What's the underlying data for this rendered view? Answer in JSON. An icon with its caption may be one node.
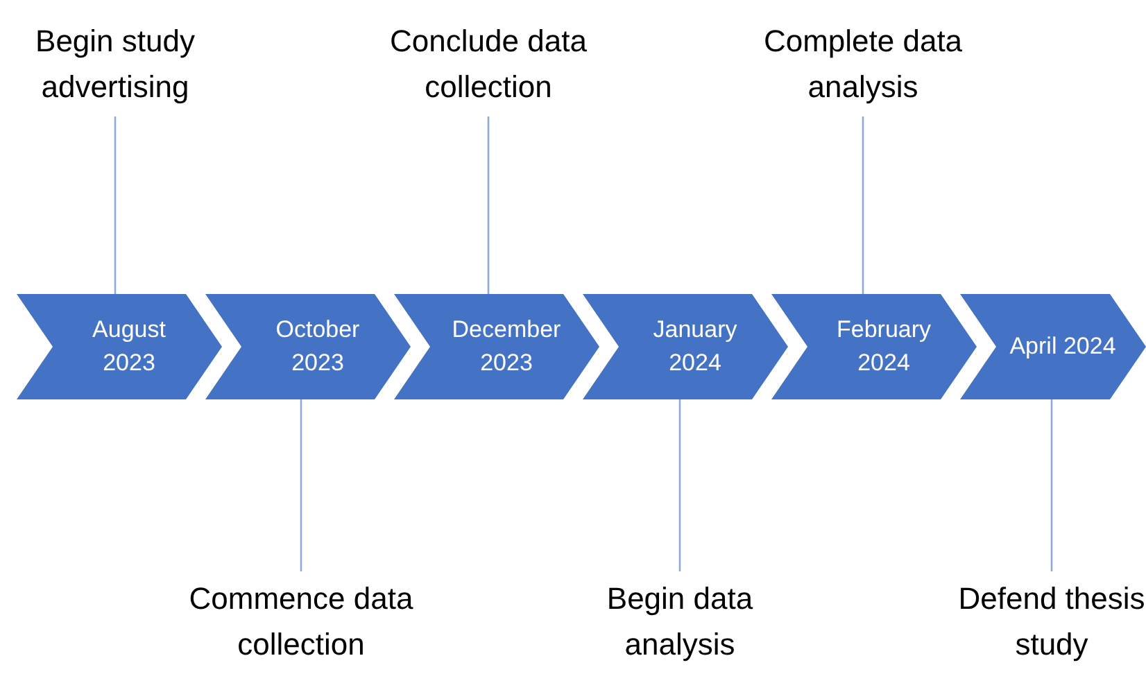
{
  "diagram": {
    "nodes": [
      {
        "text": [
          "Begin study advertising"
        ]
      },
      {
        "text": [
          "Conclude data collection"
        ]
      },
      {
        "text": [
          "Complete data analysis"
        ]
      },
      {
        "text": [
          "August 2023"
        ]
      },
      {
        "text": [
          "October 2023"
        ]
      },
      {
        "text": [
          "December 2023"
        ]
      },
      {
        "text": [
          "January 2024"
        ]
      },
      {
        "text": [
          "February 2024"
        ]
      },
      {
        "text": [
          "April 2024"
        ]
      },
      {
        "text": [
          "Commence data collection"
        ]
      },
      {
        "text": [
          "Begin data analysis"
        ]
      },
      {
        "text": [
          "Defend thesis study"
        ]
      }
    ],
    "edges": [
      {
        "from": 0,
        "to": 3,
        "arrow": "none"
      },
      {
        "from": 1,
        "to": 5,
        "arrow": "none"
      },
      {
        "from": 2,
        "to": 7,
        "arrow": "none"
      },
      {
        "from": 9,
        "to": 4,
        "arrow": "none"
      },
      {
        "from": 10,
        "to": 6,
        "arrow": "none"
      },
      {
        "from": 11,
        "to": 8,
        "arrow": "none"
      }
    ]
  }
}
